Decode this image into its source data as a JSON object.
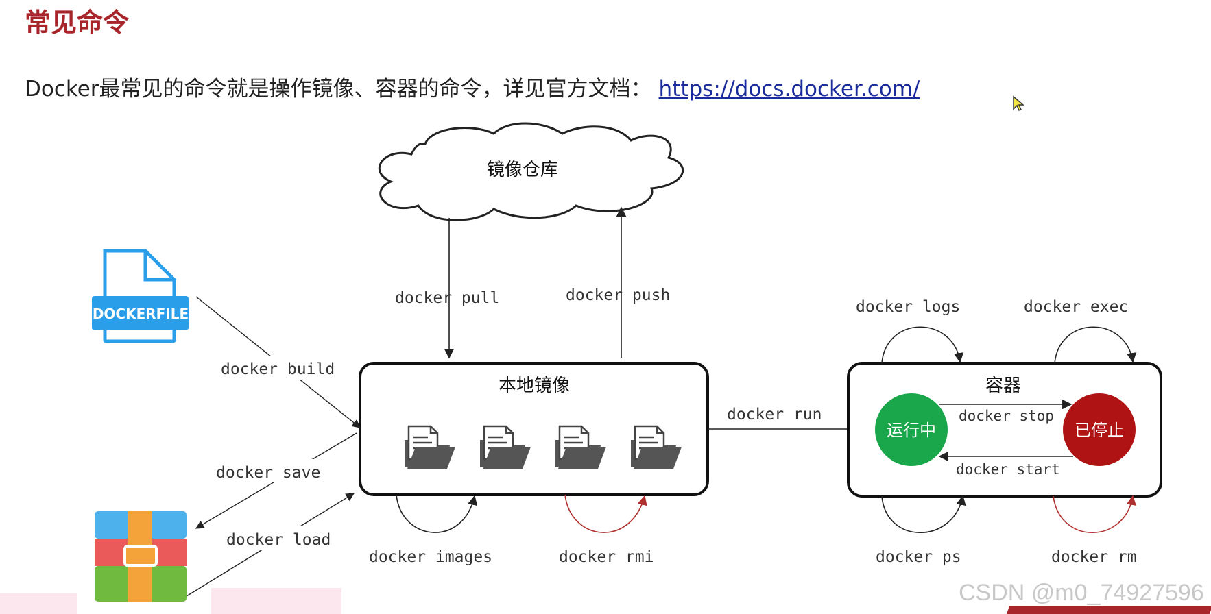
{
  "title": "常见命令",
  "intro": {
    "text": "Docker最常见的命令就是操作镜像、容器的命令，详见官方文档：",
    "link": "https://docs.docker.com/"
  },
  "nodes": {
    "registry": "镜像仓库",
    "local_images": "本地镜像",
    "container": "容器",
    "running": "运行中",
    "stopped": "已停止",
    "dockerfile": "DOCKERFILE"
  },
  "commands": {
    "pull": "docker pull",
    "push": "docker push",
    "build": "docker build",
    "save": "docker save",
    "load": "docker load",
    "images": "docker images",
    "rmi": "docker rmi",
    "run": "docker run",
    "logs": "docker logs",
    "exec": "docker exec",
    "stop": "docker stop",
    "start": "docker start",
    "ps": "docker ps",
    "rm": "docker rm"
  },
  "watermark": "CSDN @m0_74927596",
  "colors": {
    "title": "#a8262b",
    "link": "#1a2b9c",
    "running": "#1aa64a",
    "stopped": "#b01313",
    "dockerfile": "#2a9ee8",
    "remove_arrow": "#b03030"
  },
  "icons": {
    "dockerfile": "dockerfile-icon",
    "archive": "archive-box-icon",
    "image_file": "file-folder-icon",
    "cursor": "mouse-cursor-icon"
  }
}
